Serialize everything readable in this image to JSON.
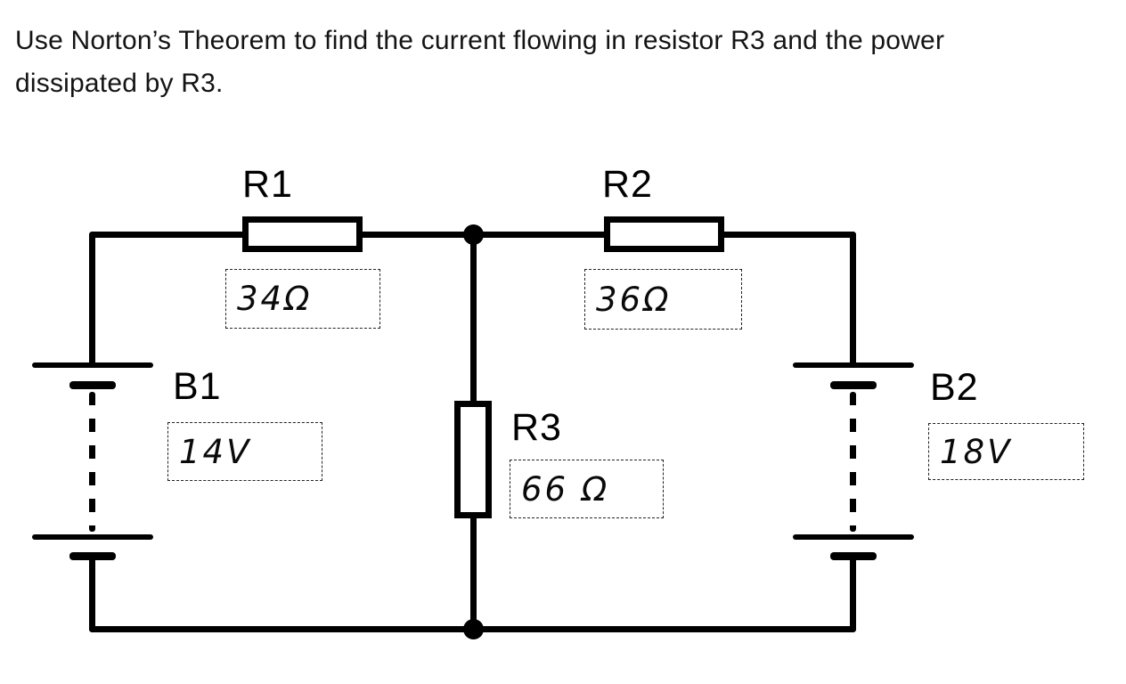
{
  "question": {
    "line1": "Use Norton’s Theorem to find the current flowing in resistor R3 and the power",
    "line2": "dissipated by R3."
  },
  "circuit": {
    "components": {
      "r1": {
        "label": "R1",
        "value": "34Ω",
        "type": "resistor"
      },
      "r2": {
        "label": "R2",
        "value": "36Ω",
        "type": "resistor"
      },
      "r3": {
        "label": "R3",
        "value": "66 Ω",
        "type": "resistor"
      },
      "b1": {
        "label": "B1",
        "value": "14V",
        "type": "battery"
      },
      "b2": {
        "label": "B2",
        "value": "18V",
        "type": "battery"
      }
    },
    "colors": {
      "ink": "#000000",
      "background": "#ffffff"
    }
  }
}
